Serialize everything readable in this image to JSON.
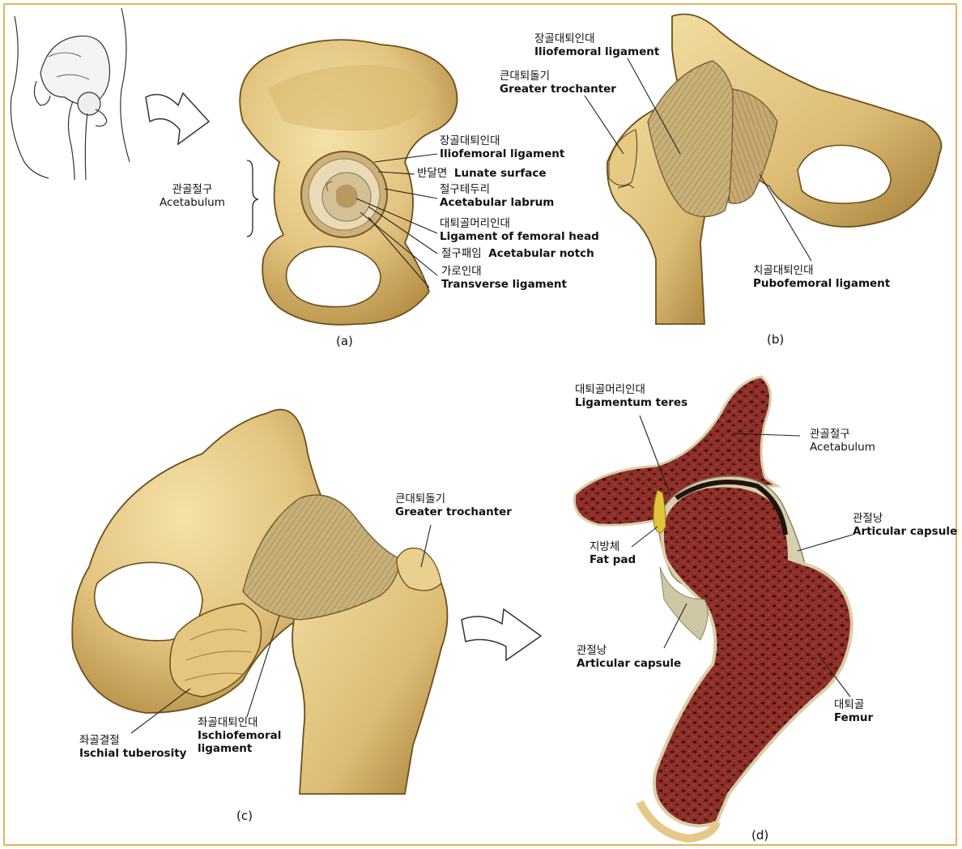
{
  "panels": {
    "a": {
      "caption": "(a)",
      "acetabulum": {
        "ko": "관골절구",
        "en": "Acetabulum"
      },
      "iliofemoral": {
        "ko": "장골대퇴인대",
        "en": "Iliofemoral ligament"
      },
      "lunate": {
        "ko": "반달면",
        "en": "Lunate surface"
      },
      "labrum": {
        "ko": "절구테두리",
        "en": "Acetabular labrum"
      },
      "lig_head": {
        "ko": "대퇴골머리인대",
        "en": "Ligament of femoral head"
      },
      "notch": {
        "ko": "절구패임",
        "en": "Acetabular notch"
      },
      "transverse": {
        "ko": "가로인대",
        "en": "Transverse ligament"
      }
    },
    "b": {
      "caption": "(b)",
      "iliofemoral": {
        "ko": "장골대퇴인대",
        "en": "Iliofemoral ligament"
      },
      "trochanter": {
        "ko": "큰대퇴돌기",
        "en": "Greater trochanter"
      },
      "pubofemoral": {
        "ko": "치골대퇴인대",
        "en": "Pubofemoral ligament"
      }
    },
    "c": {
      "caption": "(c)",
      "trochanter": {
        "ko": "큰대퇴돌기",
        "en": "Greater trochanter"
      },
      "tuberosity": {
        "ko": "좌골결절",
        "en": "Ischial tuberosity"
      },
      "ischiofemoral": {
        "ko": "좌골대퇴인대",
        "en1": "Ischiofemoral",
        "en2": "ligament"
      }
    },
    "d": {
      "caption": "(d)",
      "teres": {
        "ko": "대퇴골머리인대",
        "en": "Ligamentum teres"
      },
      "acetabulum": {
        "ko": "관골절구",
        "en": "Acetabulum"
      },
      "capsule_right": {
        "ko": "관절낭",
        "en": "Articular capsule"
      },
      "fat_pad": {
        "ko": "지방체",
        "en": "Fat pad"
      },
      "capsule_left": {
        "ko": "관절낭",
        "en": "Articular capsule"
      },
      "femur": {
        "ko": "대퇴골",
        "en": "Femur"
      }
    }
  },
  "colors": {
    "bone": "#e8cf8e",
    "bone_shadow": "#b9924a",
    "bone_dark": "#7a5a24",
    "ligament": "#c9b27a",
    "marrow": "#8e2f2a",
    "marrow_dark": "#4a1512",
    "capsule": "#d7cfae",
    "frame": "#e3b45a"
  }
}
